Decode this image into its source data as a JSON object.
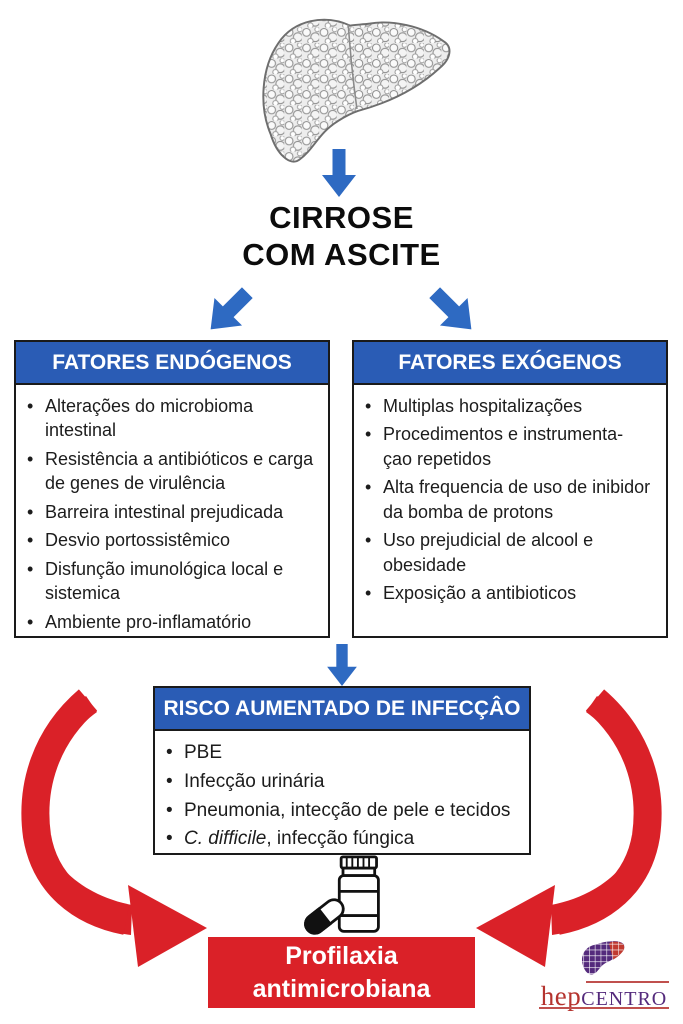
{
  "title": {
    "line1": "CIRROSE",
    "line2": "COM ASCITE"
  },
  "bullet_char": "•",
  "endogenous": {
    "header": "FATORES ENDÓGENOS",
    "items": [
      "Alterações do microbioma intestinal",
      "Resistência a antibióticos e carga de genes de virulência",
      "Barreira intestinal prejudicada",
      "Desvio portossistêmico",
      "Disfunção imunológica local e sistemica",
      "Ambiente pro-inflamatório"
    ]
  },
  "exogenous": {
    "header": "FATORES EXÓGENOS",
    "items": [
      "Multiplas hospitalizações",
      "Procedimentos e instrumenta-\nçao repetidos",
      "Alta frequencia de uso de inibidor da bomba de protons",
      "Uso prejudicial de alcool e obesidade",
      "Exposição a antibioticos"
    ]
  },
  "risk": {
    "header": "RISCO AUMENTADO DE INFECÇÂO",
    "items": [
      "PBE",
      "Infecção urinária",
      "Pneumonia, intecção de pele e tecidos"
    ],
    "italic_item": {
      "italic": "C. difficile",
      "rest": ", infecção fúngica"
    }
  },
  "outcome": {
    "line1": "Profilaxia",
    "line2": "antimicrobiana"
  },
  "logo": {
    "hep": "hep",
    "centro": "centro"
  },
  "colors": {
    "arrow_blue": "#2e6ac2",
    "header_blue": "#2a5cb5",
    "red": "#da2128",
    "logo_red": "#b5342f",
    "logo_purple": "#542a7c"
  }
}
